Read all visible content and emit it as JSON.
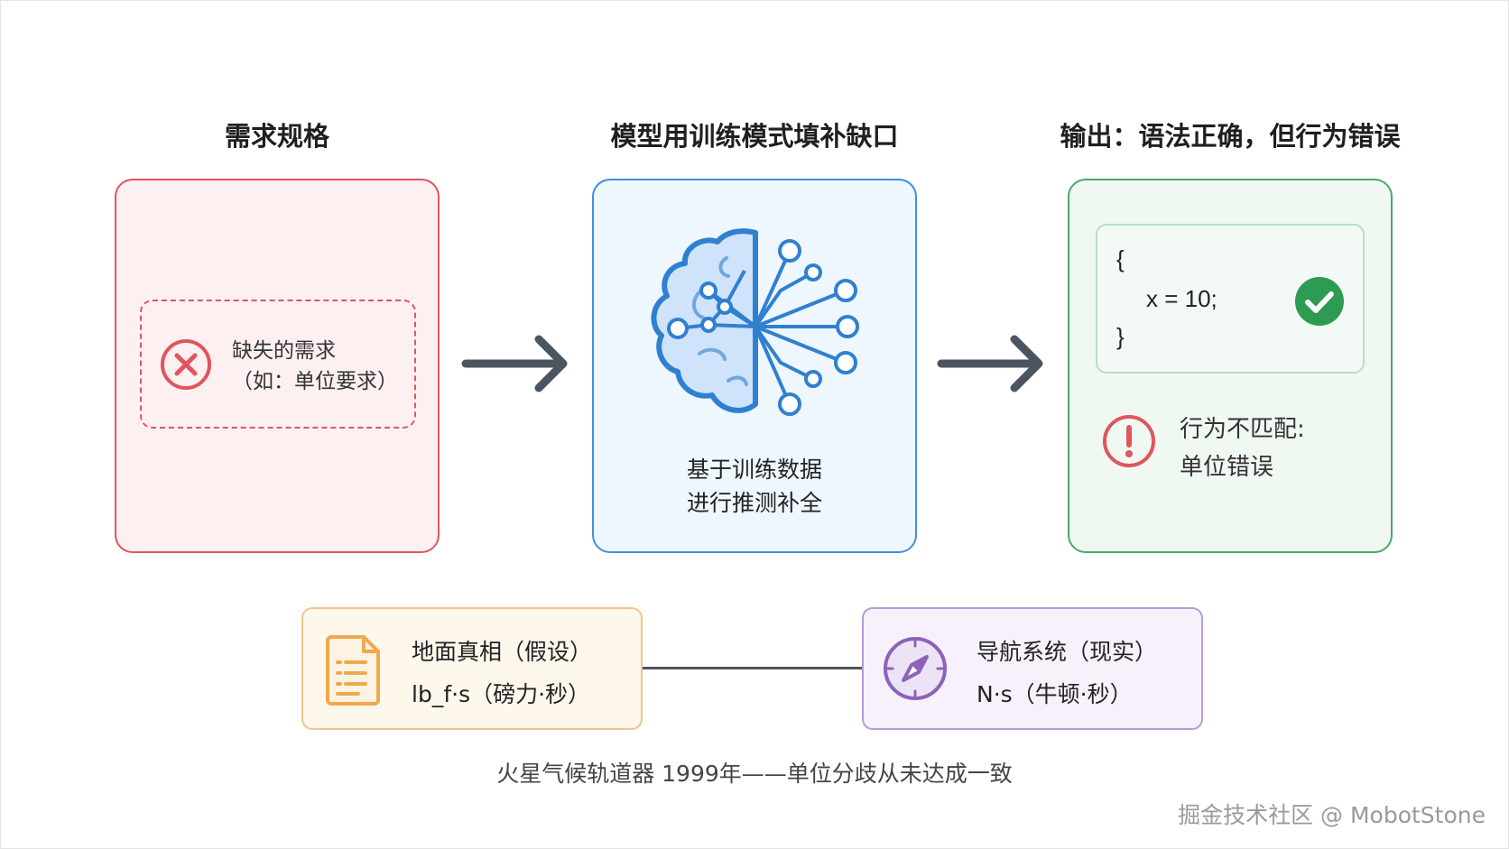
{
  "columns": {
    "left_title": "需求规格",
    "middle_title": "模型用训练模式填补缺口",
    "right_title": "输出：语法正确，但行为错误"
  },
  "requirement_box": {
    "line1": "缺失的需求",
    "line2": "（如：单位要求）"
  },
  "model_box": {
    "line1": "基于训练数据",
    "line2": "进行推测补全"
  },
  "output_box": {
    "code_open": "{",
    "code_stmt": "x = 10;",
    "code_close": "}",
    "mismatch_line1": "行为不匹配:",
    "mismatch_line2": "单位错误"
  },
  "ground_truth": {
    "title": "地面真相（假设）",
    "unit": "lb_f·s（磅力·秒）"
  },
  "navigation": {
    "title": "导航系统（现实）",
    "unit": "N·s（牛顿·秒）"
  },
  "caption": "火星气候轨道器 1999年——单位分歧从未达成一致",
  "watermark": "掘金技术社区 @ MobotStone",
  "colors": {
    "red": "#e0555e",
    "blue": "#3f8fdc",
    "green": "#4aa96a",
    "orange": "#f1c58b",
    "purple": "#b59cd4",
    "arrow": "#4b5560"
  }
}
